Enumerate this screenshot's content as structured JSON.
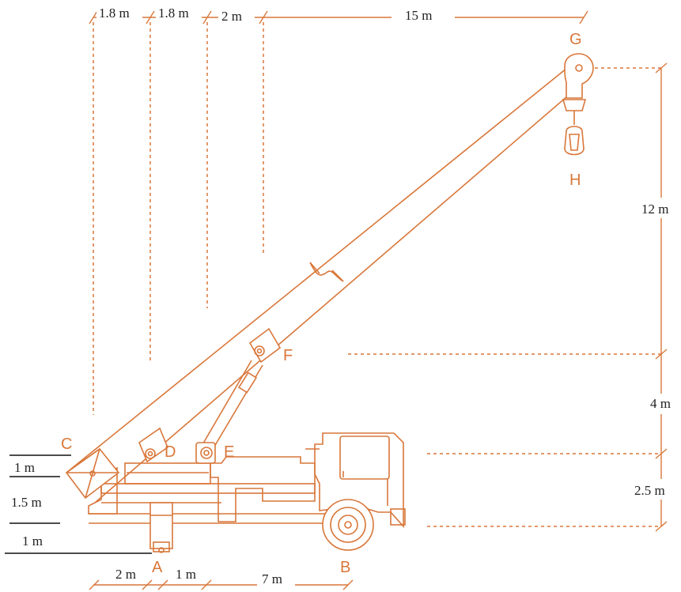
{
  "points": {
    "A": "A",
    "B": "B",
    "C": "C",
    "D": "D",
    "E": "E",
    "F": "F",
    "G": "G",
    "H": "H"
  },
  "top_dims": [
    "1.8 m",
    "1.8 m",
    "2 m",
    "15 m"
  ],
  "right_dims": [
    "12 m",
    "4 m",
    "2.5 m"
  ],
  "left_dims": [
    "1 m",
    "1.5 m",
    "1 m"
  ],
  "bottom_dims": [
    "2 m",
    "1 m",
    "7 m"
  ],
  "colors": {
    "line": "#d9773a",
    "text": "#222222"
  }
}
